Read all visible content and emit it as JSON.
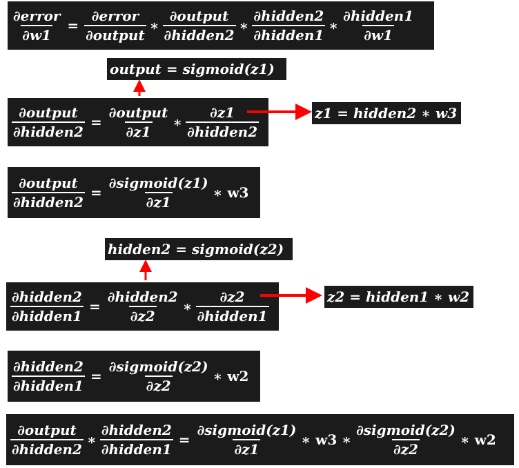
{
  "eq1": {
    "lhs": {
      "num": "∂error",
      "den": "∂w1"
    },
    "op": "=",
    "terms": [
      {
        "num": "∂error",
        "den": "∂output"
      },
      {
        "num": "∂output",
        "den": "∂hidden2"
      },
      {
        "num": "∂hidden2",
        "den": "∂hidden1"
      },
      {
        "num": "∂hidden1",
        "den": "∂w1"
      }
    ],
    "mul": "∗"
  },
  "def_output": "output = sigmoid(z1)",
  "eq2": {
    "lhs": {
      "num": "∂output",
      "den": "∂hidden2"
    },
    "op": "=",
    "t1": {
      "num": "∂output",
      "den": "∂z1"
    },
    "mul": "∗",
    "t2": {
      "num": "∂z1",
      "den": "∂hidden2"
    }
  },
  "def_z1": "z1 = hidden2 ∗ w3",
  "eq3": {
    "lhs": {
      "num": "∂output",
      "den": "∂hidden2"
    },
    "op": "=",
    "t1": {
      "num": "∂sigmoid(z1)",
      "den": "∂z1"
    },
    "tail": "∗ w3"
  },
  "def_hidden2": "hidden2 = sigmoid(z2)",
  "eq4": {
    "lhs": {
      "num": "∂hidden2",
      "den": "∂hidden1"
    },
    "op": "=",
    "t1": {
      "num": "∂hidden2",
      "den": "∂z2"
    },
    "mul": "∗",
    "t2": {
      "num": "∂z2",
      "den": "∂hidden1"
    }
  },
  "def_z2": "z2 = hidden1 ∗ w2",
  "eq5": {
    "lhs": {
      "num": "∂hidden2",
      "den": "∂hidden1"
    },
    "op": "=",
    "t1": {
      "num": "∂sigmoid(z2)",
      "den": "∂z2"
    },
    "tail": "∗ w2"
  },
  "eq6": {
    "l1": {
      "num": "∂output",
      "den": "∂hidden2"
    },
    "mul": "∗",
    "l2": {
      "num": "∂hidden2",
      "den": "∂hidden1"
    },
    "op": "=",
    "r1": {
      "num": "∂sigmoid(z1)",
      "den": "∂z1"
    },
    "mid": "∗ w3 ∗",
    "r2": {
      "num": "∂sigmoid(z2)",
      "den": "∂z2"
    },
    "tail": "∗ w2"
  },
  "colors": {
    "box": "#1b1b1b",
    "text": "#ffffff",
    "arrow": "#ff0000"
  }
}
